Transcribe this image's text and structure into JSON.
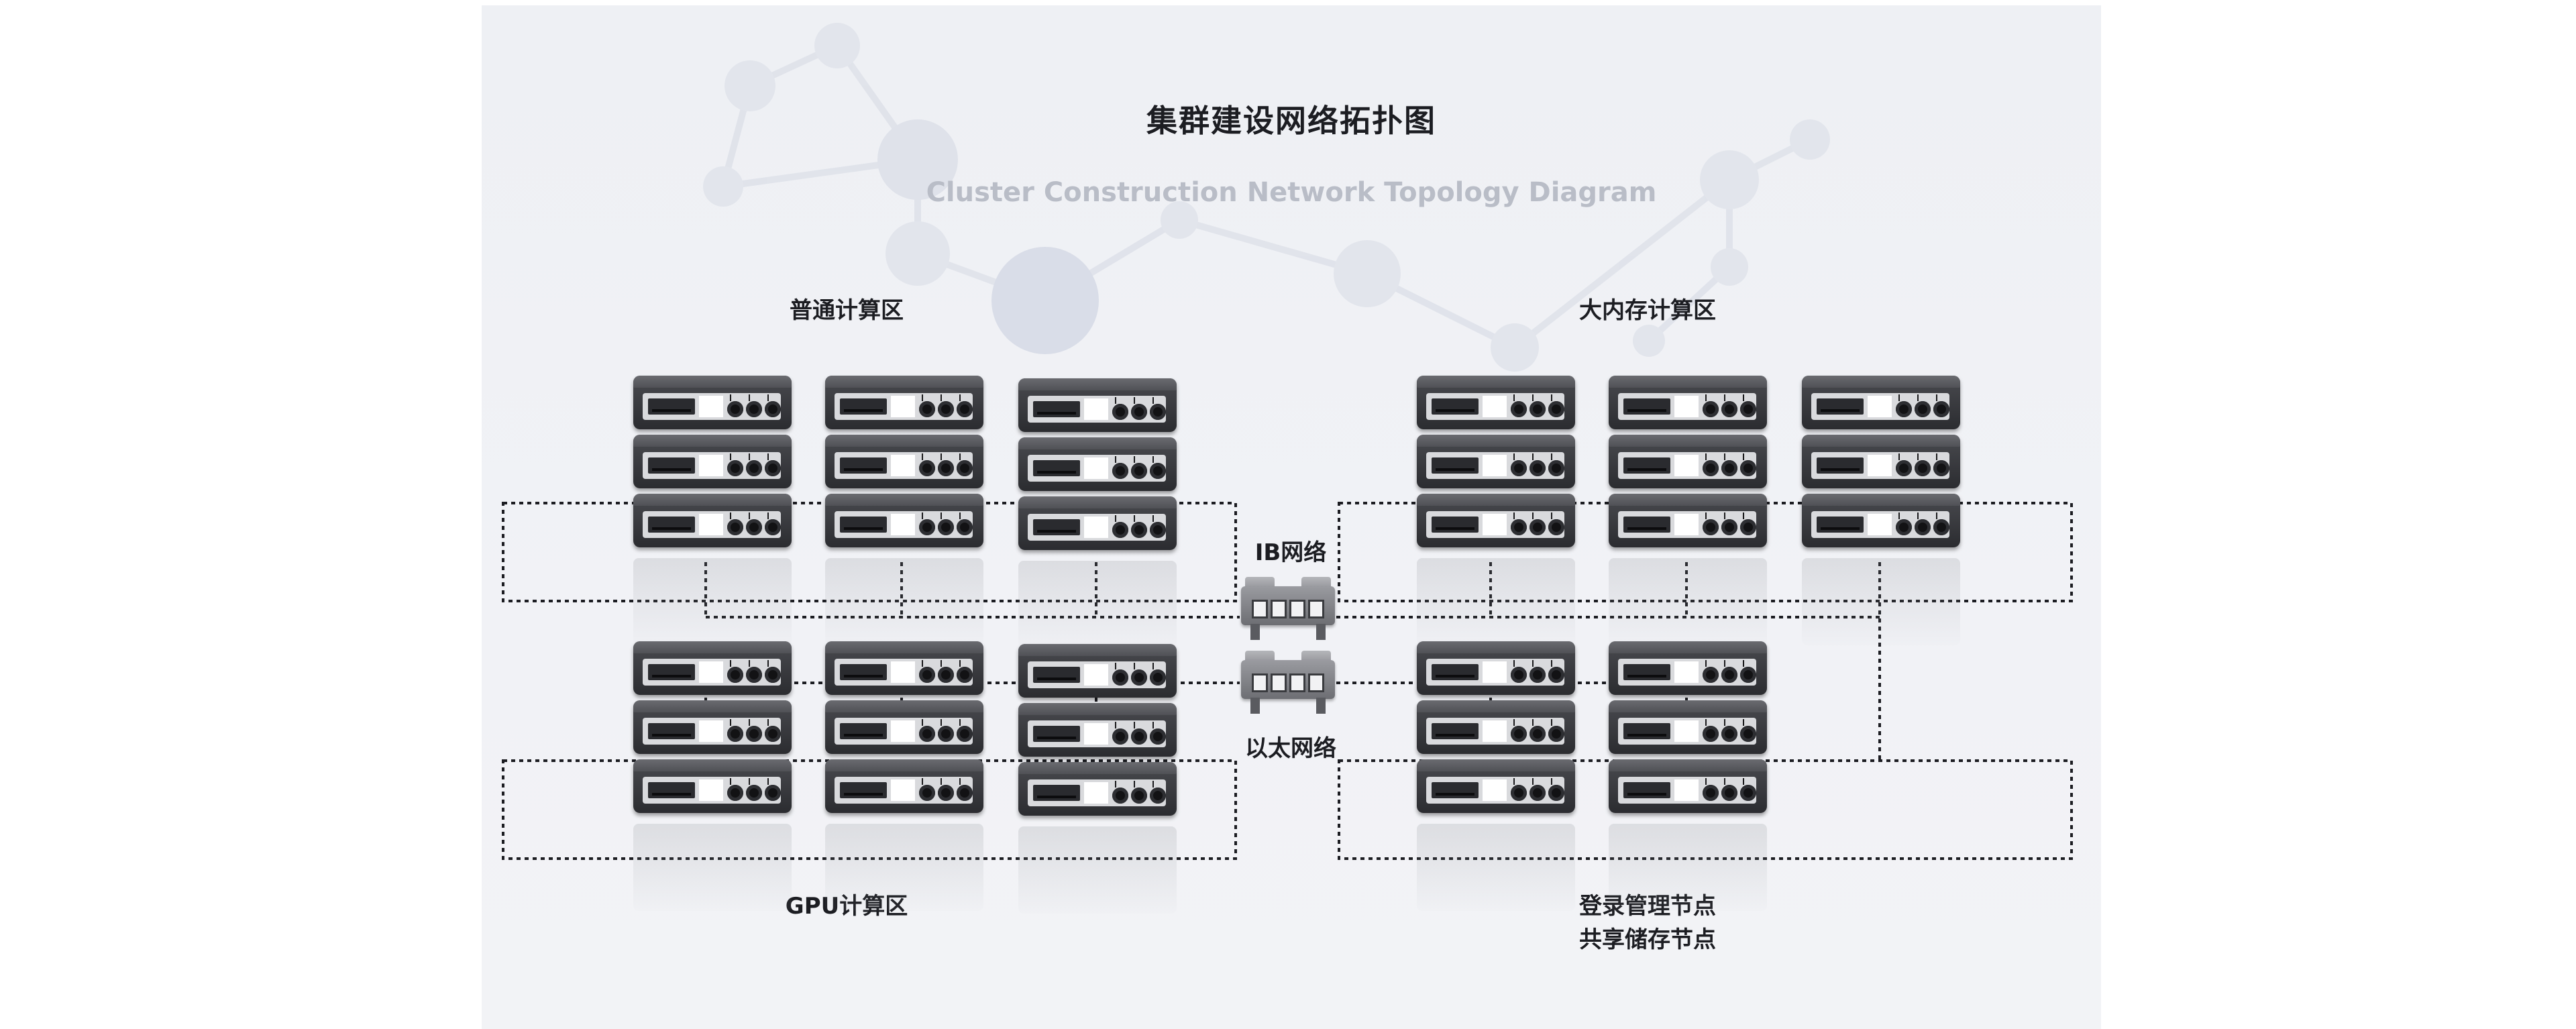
{
  "diagram": {
    "title": "集群建设网络拓扑图",
    "subtitle": "Cluster Construction Network Topology Diagram",
    "zones": {
      "general": "普通计算区",
      "bigmem": "大内存计算区",
      "gpu": "GPU计算区",
      "login_line1": "登录管理节点",
      "login_line2": "共享储存节点"
    },
    "networks": {
      "ib": "IB网络",
      "ethernet": "以太网络"
    },
    "colors": {
      "background": "#eff0f4",
      "rack_dark": "#2b2c30",
      "link_line": "#1c1d22"
    }
  }
}
